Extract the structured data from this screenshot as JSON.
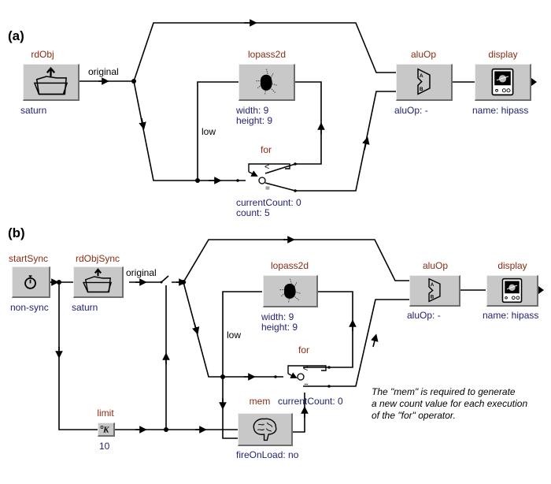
{
  "panels": {
    "a": {
      "label": "(a)",
      "nodes": {
        "rdObj": {
          "title": "rdObj",
          "params": [
            "saturn"
          ],
          "icon": "folder-open-icon"
        },
        "lopass2d": {
          "title": "lopass2d",
          "params": [
            "width: 9",
            "height: 9"
          ],
          "icon": "blur-filter-icon"
        },
        "for": {
          "title": "for",
          "params": [
            "currentCount: 0",
            "count: 5"
          ],
          "icon": "loop-switch-icon"
        },
        "aluOp": {
          "title": "aluOp",
          "params": [
            "aluOp: -"
          ],
          "icon": "alu-icon"
        },
        "display": {
          "title": "display",
          "params": [
            "name: hipass"
          ],
          "icon": "monitor-icon"
        }
      },
      "wire_labels": {
        "original": "original",
        "low": "low"
      },
      "switch_glyphs": {
        "lt": "<",
        "eq": "="
      }
    },
    "b": {
      "label": "(b)",
      "nodes": {
        "startSync": {
          "title": "startSync",
          "params": [
            "non-sync"
          ],
          "icon": "stopwatch-icon"
        },
        "rdObjSync": {
          "title": "rdObjSync",
          "params": [
            "saturn"
          ],
          "icon": "folder-open-icon"
        },
        "lopass2d": {
          "title": "lopass2d",
          "params": [
            "width: 9",
            "height: 9"
          ],
          "icon": "blur-filter-icon"
        },
        "for": {
          "title": "for",
          "params": [
            "currentCount: 0"
          ],
          "icon": "loop-switch-icon"
        },
        "aluOp": {
          "title": "aluOp",
          "params": [
            "aluOp: -"
          ],
          "icon": "alu-icon"
        },
        "display": {
          "title": "display",
          "params": [
            "name: hipass"
          ],
          "icon": "monitor-icon"
        },
        "limit": {
          "title": "limit",
          "params": [
            "10"
          ],
          "icon": "constant-k-icon",
          "glyph": "K"
        },
        "mem": {
          "title": "mem",
          "params": [
            "fireOnLoad: no"
          ],
          "icon": "brain-icon"
        }
      },
      "wire_labels": {
        "original": "original",
        "low": "low"
      },
      "switch_glyphs": {
        "lt": "<",
        "eq": "="
      },
      "note": [
        "The \"mem\" is required to generate",
        "a new count value for each execution",
        "of the \"for\" operator."
      ]
    }
  },
  "colors": {
    "title": "#8b2a12",
    "param": "#1f1f6e",
    "box_fill": "#c8c8c8",
    "wire": "#000000"
  }
}
